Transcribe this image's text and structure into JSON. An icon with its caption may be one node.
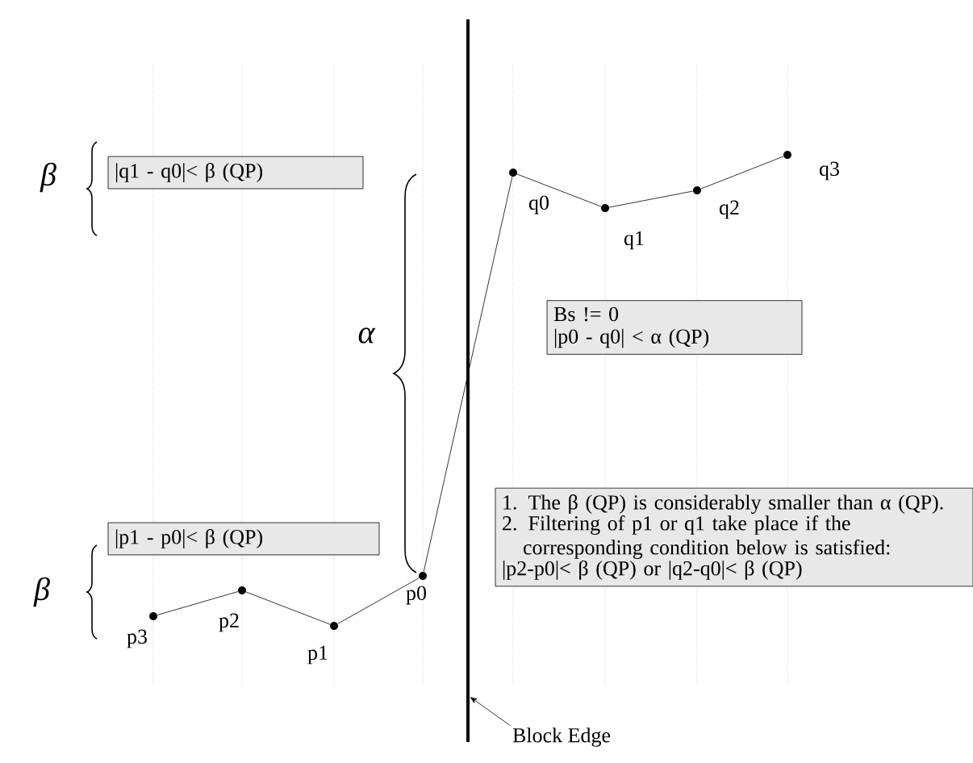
{
  "diagram": {
    "nodes": [
      {
        "text": [
          "|q1 - q0|< β (QP)"
        ]
      },
      {
        "text": [],
        "shape": "circle",
        "beside": [
          "q0"
        ]
      },
      {
        "text": [],
        "shape": "circle",
        "beside": [
          "q1"
        ]
      },
      {
        "text": [],
        "shape": "circle",
        "beside": [
          "q2"
        ]
      },
      {
        "text": [],
        "shape": "circle",
        "beside": [
          "q3"
        ]
      },
      {
        "text": [
          "Bs != 0",
          "|p0 - q0| < α (QP)"
        ]
      },
      {
        "text": [],
        "shape": "bar"
      },
      {
        "text": [
          "1. The β (QP) is considerably smaller than α (QP).",
          "2. Filtering of p1 or q1 take place if the corresponding condition below is satisfied:",
          "|p2-p0|< β (QP) or |q2-q0|< β (QP)"
        ]
      },
      {
        "text": [
          "|p1 - p0|< β (QP)"
        ]
      },
      {
        "text": [],
        "shape": "circle",
        "beside": [
          "p3"
        ]
      },
      {
        "text": [],
        "shape": "circle",
        "beside": [
          "p2"
        ]
      },
      {
        "text": [],
        "shape": "circle",
        "beside": [
          "p1"
        ]
      },
      {
        "text": [],
        "shape": "circle",
        "beside": [
          "p0"
        ]
      },
      {
        "text": [
          "Block Edge"
        ]
      }
    ],
    "edges": [
      {
        "from": 9,
        "to": 10,
        "arrow": "none"
      },
      {
        "from": 10,
        "to": 11,
        "arrow": "none"
      },
      {
        "from": 11,
        "to": 12,
        "arrow": "none"
      },
      {
        "from": 12,
        "to": 1,
        "arrow": "none"
      },
      {
        "from": 1,
        "to": 2,
        "arrow": "none"
      },
      {
        "from": 2,
        "to": 3,
        "arrow": "none"
      },
      {
        "from": 3,
        "to": 4,
        "arrow": "none"
      },
      {
        "from": 13,
        "to": 6,
        "arrow": "to"
      }
    ],
    "labels": [
      "β",
      "α",
      "β"
    ]
  }
}
